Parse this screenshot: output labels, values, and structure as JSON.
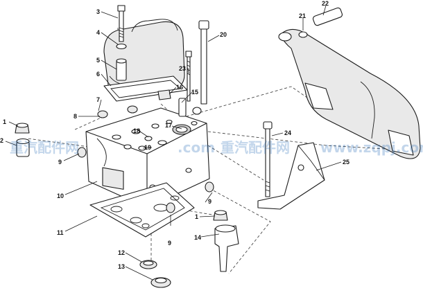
{
  "watermark": {
    "left": "重汽配件网",
    "center": "重汽配件网",
    "url_left": ".com",
    "url_right": "www.zqpj.com"
  },
  "callouts": [
    {
      "id": "c1a",
      "text": "1"
    },
    {
      "id": "c2",
      "text": "2"
    },
    {
      "id": "c3",
      "text": "3"
    },
    {
      "id": "c4",
      "text": "4"
    },
    {
      "id": "c5",
      "text": "5"
    },
    {
      "id": "c6",
      "text": "6"
    },
    {
      "id": "c7",
      "text": "7"
    },
    {
      "id": "c8",
      "text": "8"
    },
    {
      "id": "c9a",
      "text": "9"
    },
    {
      "id": "c9b",
      "text": "9"
    },
    {
      "id": "c9c",
      "text": "9"
    },
    {
      "id": "c10",
      "text": "10"
    },
    {
      "id": "c11",
      "text": "11"
    },
    {
      "id": "c12",
      "text": "12"
    },
    {
      "id": "c13",
      "text": "13"
    },
    {
      "id": "c14",
      "text": "14"
    },
    {
      "id": "c15",
      "text": "15"
    },
    {
      "id": "c16",
      "text": "16"
    },
    {
      "id": "c17",
      "text": "17"
    },
    {
      "id": "c18",
      "text": "18"
    },
    {
      "id": "c19",
      "text": "19"
    },
    {
      "id": "c20",
      "text": "20"
    },
    {
      "id": "c21",
      "text": "21"
    },
    {
      "id": "c22",
      "text": "22"
    },
    {
      "id": "c23",
      "text": "23"
    },
    {
      "id": "c24",
      "text": "24"
    },
    {
      "id": "c25",
      "text": "25"
    },
    {
      "id": "c1b",
      "text": "1"
    }
  ]
}
